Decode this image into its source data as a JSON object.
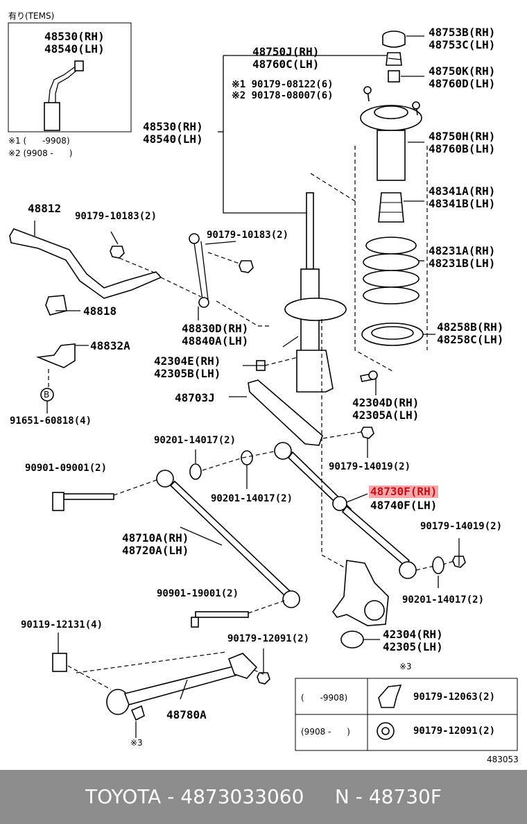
{
  "header": {
    "variant": "有り(TEMS)",
    "note1": "※1 (      -9908)",
    "note2": "※2 (9908 -      )"
  },
  "inset_labels": {
    "p48530": "48530(RH)",
    "p48540": "48540(LH)"
  },
  "labels": {
    "l48753": [
      "48753B(RH)",
      "48753C(LH)"
    ],
    "l48750j": [
      "48750J(RH)",
      "48760C(LH)"
    ],
    "l48750k": [
      "48750K(RH)",
      "48760D(LH)"
    ],
    "l90179_08122": "※1 90179-08122(6)",
    "l90178_08007": "※2 90178-08007(6)",
    "l48530": [
      "48530(RH)",
      "48540(LH)"
    ],
    "l48750h": [
      "48750H(RH)",
      "48760B(LH)"
    ],
    "l48341": [
      "48341A(RH)",
      "48341B(LH)"
    ],
    "l48231": [
      "48231A(RH)",
      "48231B(LH)"
    ],
    "l48258": [
      "48258B(RH)",
      "48258C(LH)"
    ],
    "l48812": "48812",
    "l90179_10183a": "90179-10183(2)",
    "l90179_10183b": "90179-10183(2)",
    "l48818": "48818",
    "l48830": [
      "48830D(RH)",
      "48840A(LH)"
    ],
    "l48832": "48832A",
    "l42304e": [
      "42304E(RH)",
      "42305B(LH)"
    ],
    "l42304d": [
      "42304D(RH)",
      "42305A(LH)"
    ],
    "lB": "B",
    "l91651": "91651-60818(4)",
    "l48703": "48703J",
    "l90201_14017a": "90201-14017(2)",
    "l90179_14019a": "90179-14019(2)",
    "l90901_09001": "90901-09001(2)",
    "l90201_14017b": "90201-14017(2)",
    "l48730": [
      "48730F(RH)",
      "48740F(LH)"
    ],
    "l90179_14019b": "90179-14019(2)",
    "l48710": [
      "48710A(RH)",
      "48720A(LH)"
    ],
    "l90201_14017c": "90201-14017(2)",
    "l90901_19001": "90901-19001(2)",
    "l90119": "90119-12131(4)",
    "l90179_12091a": "90179-12091(2)",
    "l42304": [
      "42304(RH)",
      "42305(LH)"
    ],
    "l48780": "48780A",
    "lx3a": "※3",
    "lx3b": "※3",
    "table": {
      "row1_range": "(      -9908)",
      "row1_part": "90179-12063(2)",
      "row2_range": "(9908 -      )",
      "row2_part": "90179-12091(2)"
    },
    "diagram_no": "483053"
  },
  "highlight_color": "#f7a6a9",
  "footer": {
    "brand": "TOYOTA",
    "sep1": " - ",
    "number": "4873033060",
    "sep2": "     N - ",
    "part": "48730F"
  }
}
